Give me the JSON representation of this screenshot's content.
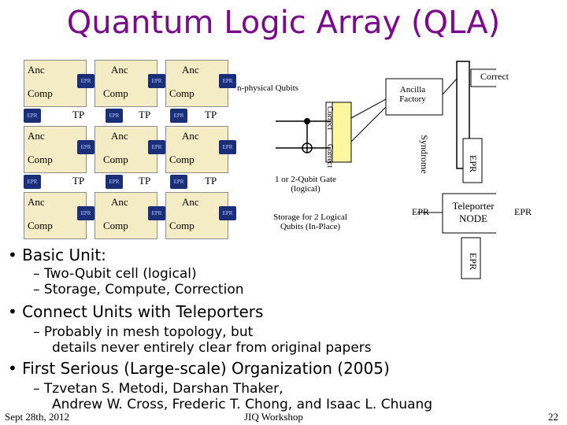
{
  "slide": {
    "title": "Quantum Logic Array (QLA)",
    "grid": {
      "anc_label": "Anc",
      "comp_label": "Comp",
      "epr_label": "EPR",
      "tp_label": "TP"
    },
    "diagram": {
      "n_physical": "n-physical Qubits",
      "ancilla_factory": "Ancilla Factory",
      "syndrome": "Syndrome",
      "correct_top": "Correct",
      "correct_v1": "Correct",
      "correct_v2": "Correct",
      "epr_right": "EPR",
      "gate_label": "1 or 2-Qubit Gate (logical)",
      "storage_label": "Storage for 2 Logical Qubits (In-Place)",
      "epr_left": "EPR",
      "teleporter_node": "Teleporter NODE",
      "epr_node_right": "EPR",
      "epr_bottom": "EPR"
    },
    "bullets": [
      {
        "text": "Basic Unit:",
        "subs": [
          "– Two-Qubit cell (logical)",
          "– Storage, Compute, Correction"
        ]
      },
      {
        "text": "Connect Units with Teleporters",
        "subs": [
          "– Probably in mesh topology, but",
          "details never entirely clear from original papers"
        ]
      },
      {
        "text": "First Serious (Large-scale) Organization (2005)",
        "subs": [
          "– Tzvetan S. Metodi, Darshan Thaker,",
          "Andrew W. Cross, Frederic T. Chong, and Isaac L. Chuang"
        ]
      }
    ],
    "footer": {
      "date": "Sept 28th, 2012",
      "venue": "JIQ Workshop",
      "page": "22"
    },
    "colors": {
      "title": "#7a0b8c",
      "cell": "#f4ecc4",
      "chip": "#1a2f78"
    }
  }
}
